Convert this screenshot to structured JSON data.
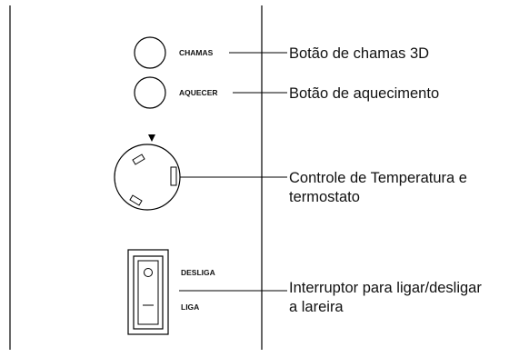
{
  "controls": {
    "flames": {
      "panel_label": "CHAMAS",
      "description": "Botão de chamas 3D"
    },
    "heat": {
      "panel_label": "AQUECER",
      "description": "Botão de aquecimento"
    },
    "temperature": {
      "description_line1": "Controle de Temperatura e",
      "description_line2": "termostato"
    },
    "power_switch": {
      "off_label": "DESLIGA",
      "on_label": "LIGA",
      "description_line1": "Interruptor para ligar/desligar",
      "description_line2": "a lareira"
    }
  }
}
